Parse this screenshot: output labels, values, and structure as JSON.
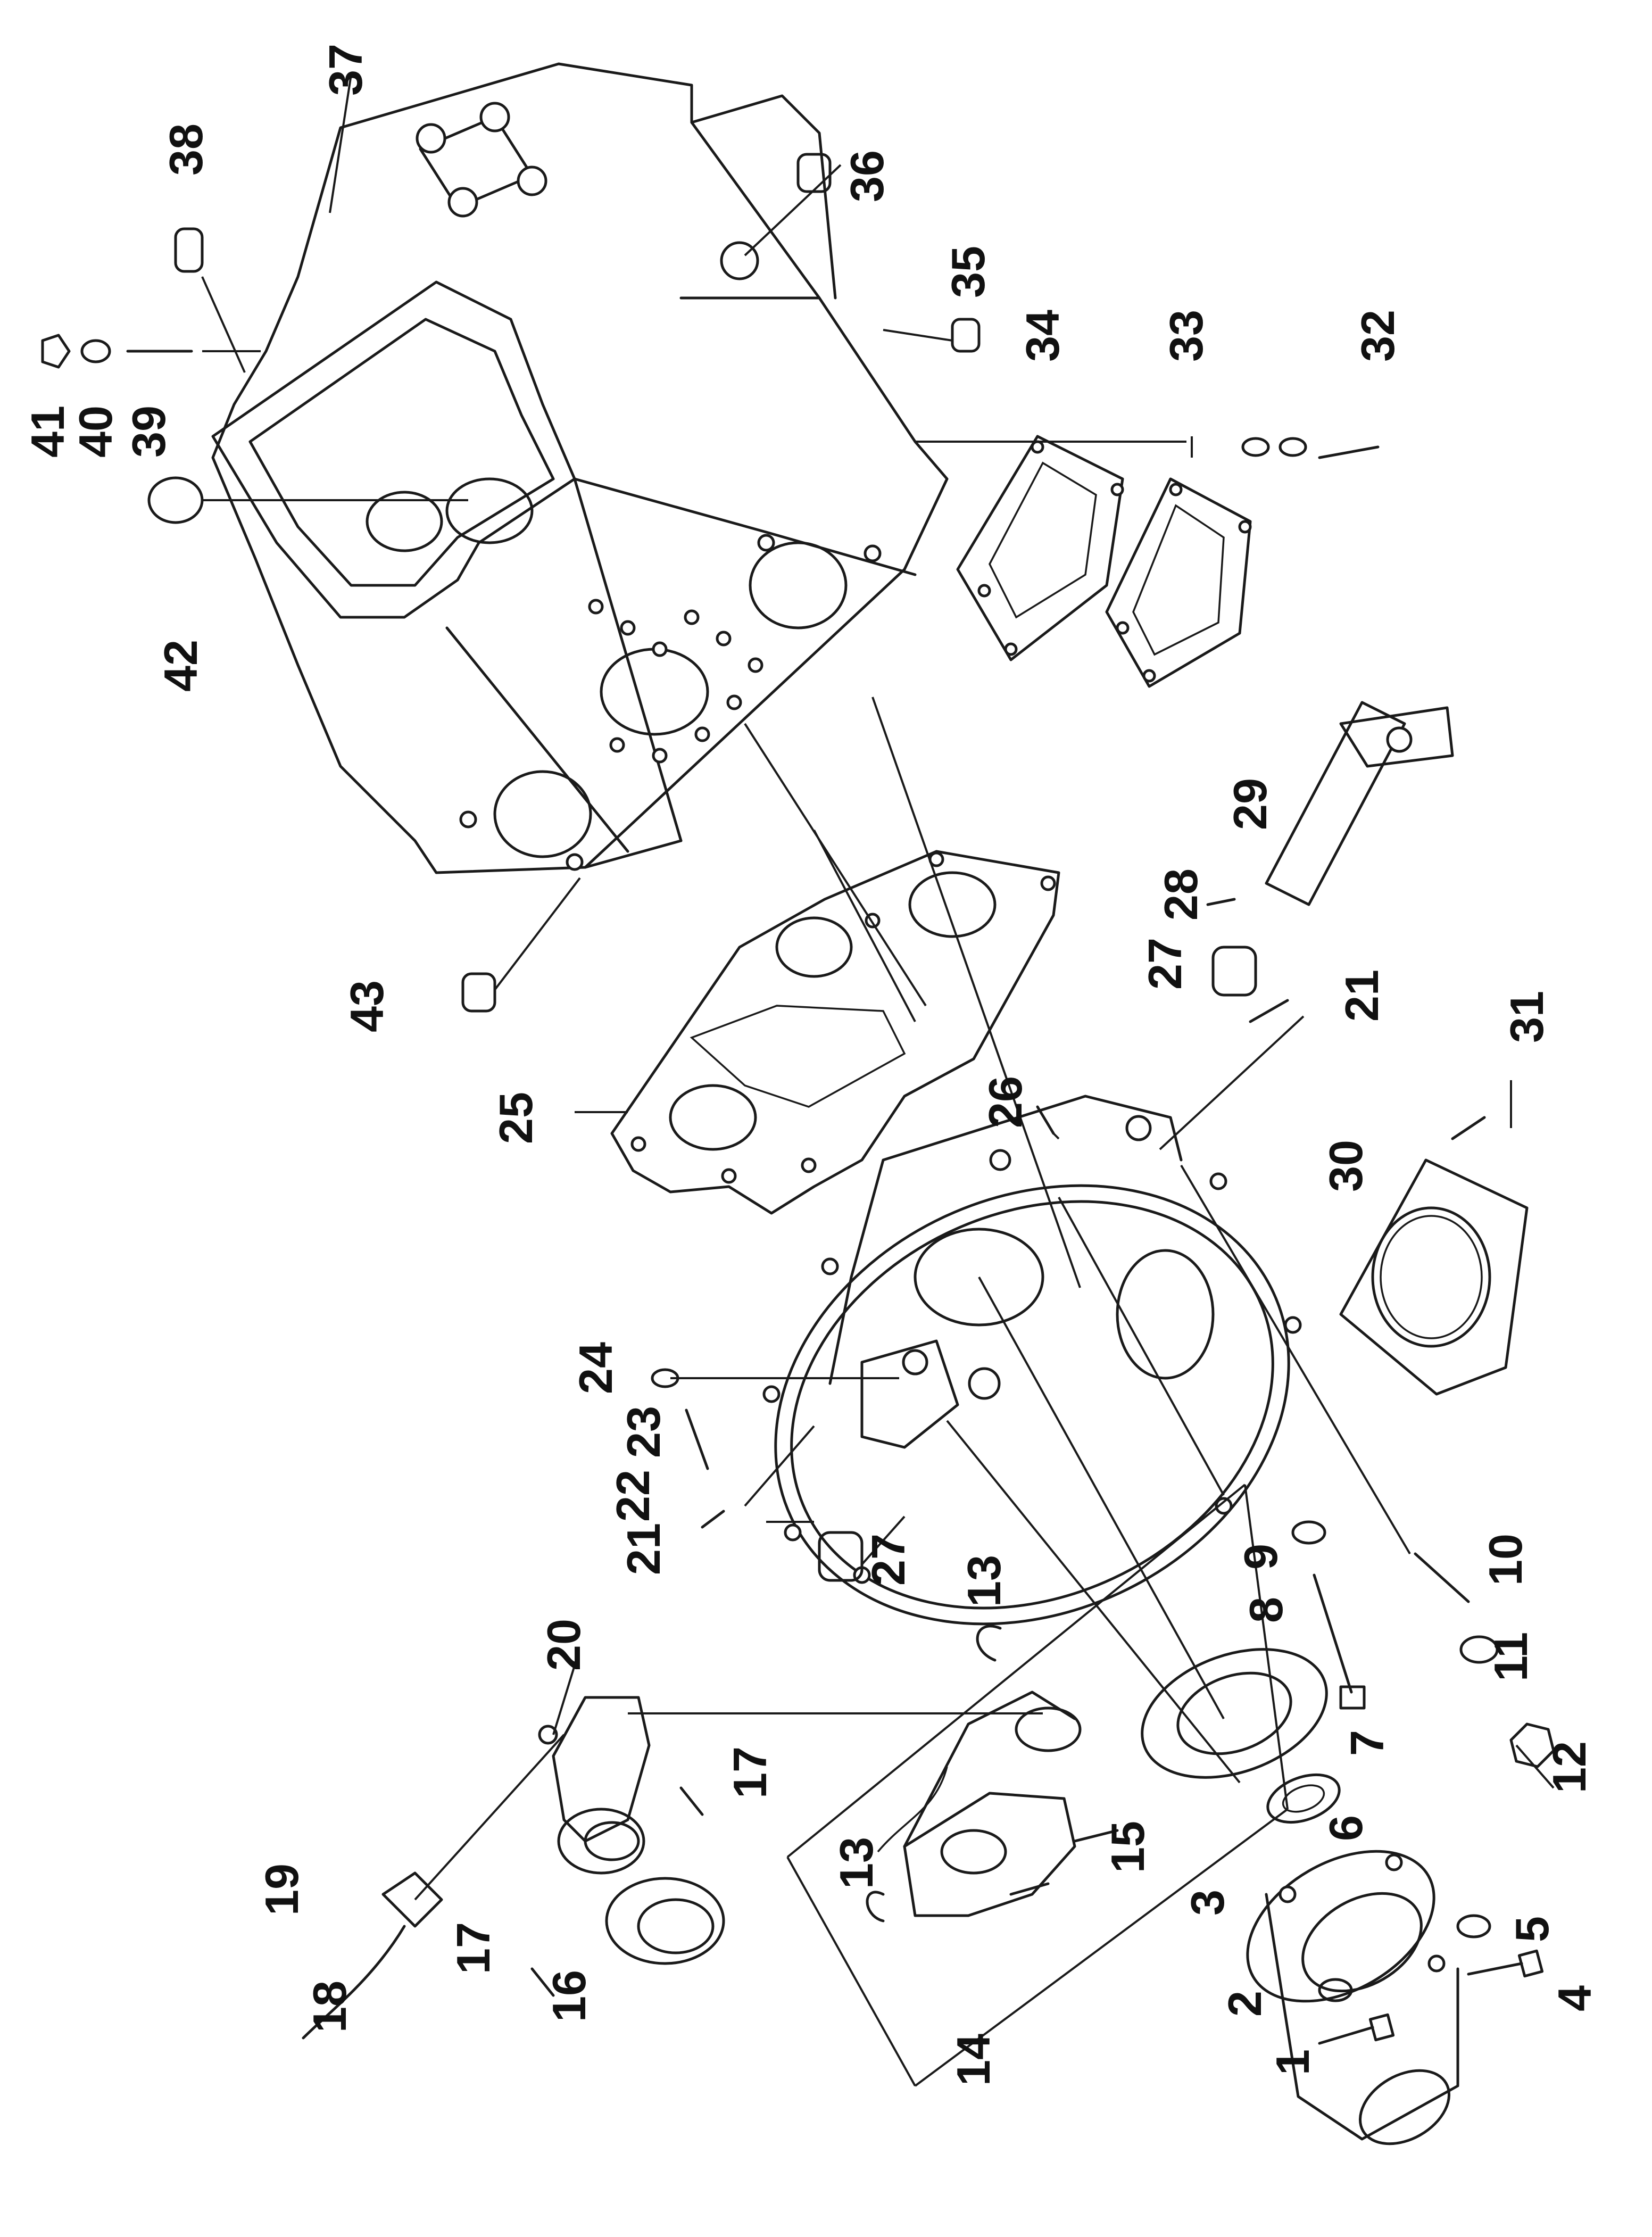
{
  "diagram": {
    "type": "exploded-parts-diagram",
    "callouts": [
      "1",
      "2",
      "3",
      "4",
      "5",
      "6",
      "7",
      "8",
      "9",
      "10",
      "11",
      "12",
      "13",
      "13",
      "14",
      "15",
      "16",
      "17",
      "17",
      "18",
      "19",
      "20",
      "21",
      "21",
      "22",
      "23",
      "24",
      "25",
      "26",
      "27",
      "27",
      "28",
      "29",
      "30",
      "31",
      "32",
      "33",
      "34",
      "35",
      "36",
      "37",
      "38",
      "39",
      "40",
      "41",
      "42",
      "43"
    ]
  },
  "colors": {
    "line": "#1a1a1a",
    "background": "#ffffff"
  }
}
